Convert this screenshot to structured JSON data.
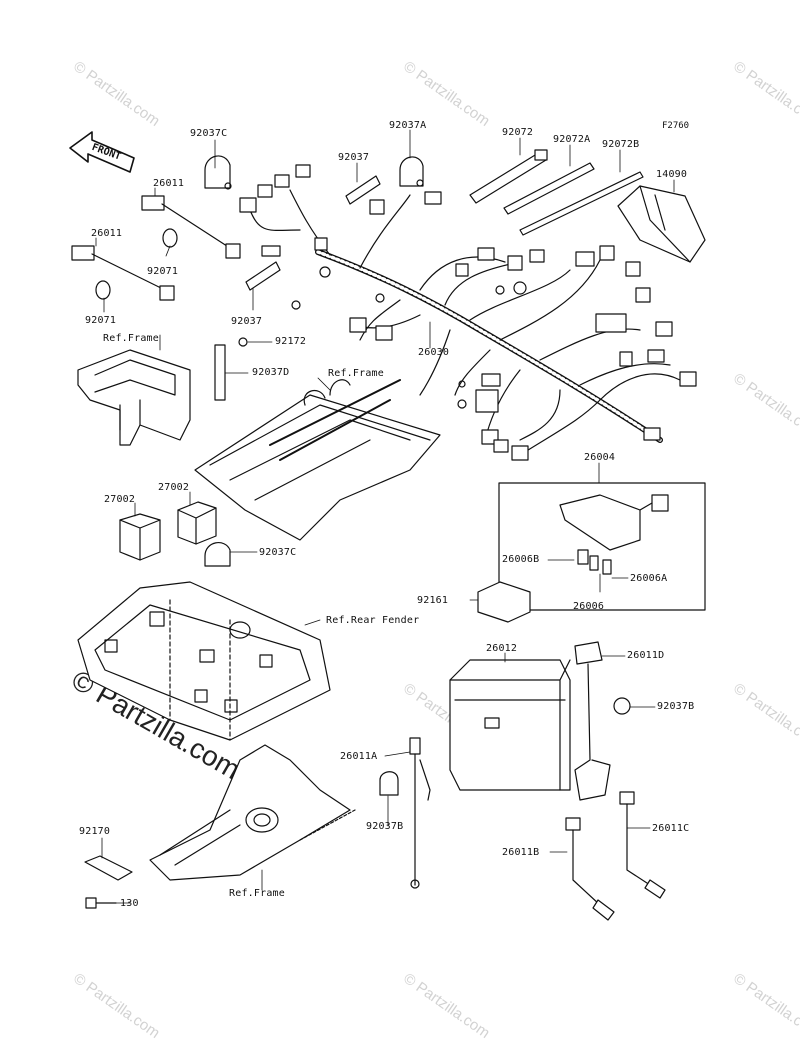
{
  "figure_code": "F2760",
  "front_label": "FRONT",
  "watermark": "© Partzilla.com",
  "parts": [
    {
      "key": "p92037C_a",
      "label": "92037C"
    },
    {
      "key": "p26011_a",
      "label": "26011"
    },
    {
      "key": "p26011_b",
      "label": "26011"
    },
    {
      "key": "p92071_a",
      "label": "92071"
    },
    {
      "key": "p92071_b",
      "label": "92071"
    },
    {
      "key": "p92037A",
      "label": "92037A"
    },
    {
      "key": "p92037_a",
      "label": "92037"
    },
    {
      "key": "p92037_b",
      "label": "92037"
    },
    {
      "key": "p92072",
      "label": "92072"
    },
    {
      "key": "p92072A",
      "label": "92072A"
    },
    {
      "key": "p92072B",
      "label": "92072B"
    },
    {
      "key": "p14090",
      "label": "14090"
    },
    {
      "key": "p92172",
      "label": "92172"
    },
    {
      "key": "p92037D",
      "label": "92037D"
    },
    {
      "key": "p26030",
      "label": "26030"
    },
    {
      "key": "p27002_a",
      "label": "27002"
    },
    {
      "key": "p27002_b",
      "label": "27002"
    },
    {
      "key": "p92037C_b",
      "label": "92037C"
    },
    {
      "key": "p26004",
      "label": "26004"
    },
    {
      "key": "p26006B",
      "label": "26006B"
    },
    {
      "key": "p26006A",
      "label": "26006A"
    },
    {
      "key": "p26006",
      "label": "26006"
    },
    {
      "key": "p92161",
      "label": "92161"
    },
    {
      "key": "p26012",
      "label": "26012"
    },
    {
      "key": "p26011D",
      "label": "26011D"
    },
    {
      "key": "p92037B_a",
      "label": "92037B"
    },
    {
      "key": "p26011A",
      "label": "26011A"
    },
    {
      "key": "p92037B_b",
      "label": "92037B"
    },
    {
      "key": "p26011C",
      "label": "26011C"
    },
    {
      "key": "p26011B",
      "label": "26011B"
    },
    {
      "key": "p92170",
      "label": "92170"
    },
    {
      "key": "p130",
      "label": "130"
    }
  ],
  "refs": {
    "frame_1": "Ref.Frame",
    "frame_2": "Ref.Frame",
    "rear_fender": "Ref.Rear Fender",
    "frame_3": "Ref.Frame"
  }
}
